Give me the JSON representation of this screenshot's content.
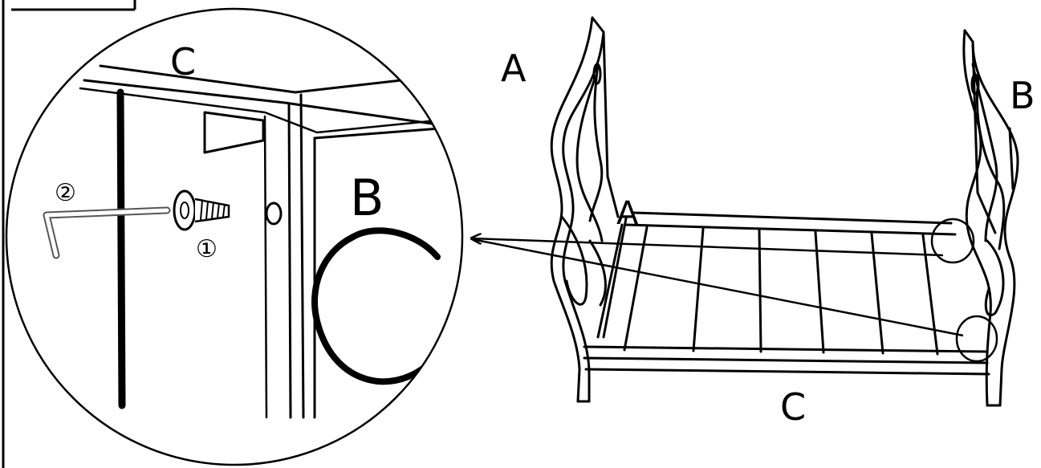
{
  "labels": {
    "zoom_c": "C",
    "zoom_b": "B",
    "bed_a_top": "A",
    "bed_a_inner": "A",
    "bed_b": "B",
    "bed_c": "C"
  },
  "markers": {
    "bolt": "①",
    "allen_key": "②"
  },
  "colors": {
    "line": "#000000",
    "background": "#ffffff",
    "allen_key": "#555555"
  },
  "icons": [
    "allen-key-icon",
    "bolt-icon",
    "leader-arrow-icon"
  ]
}
